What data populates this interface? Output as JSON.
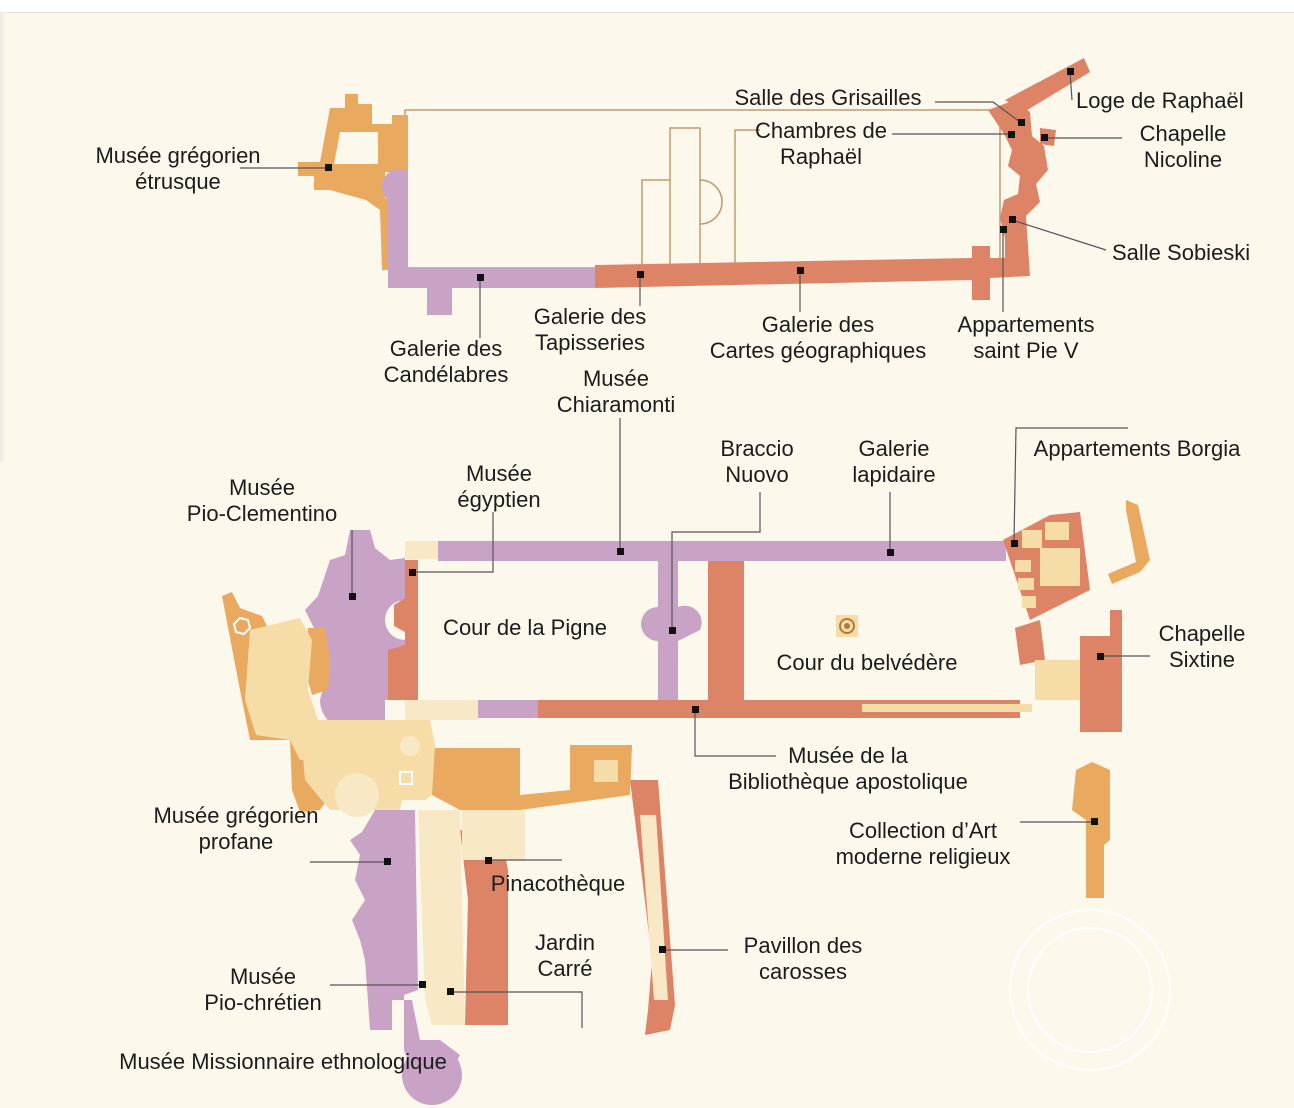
{
  "colors": {
    "background": "#fdf8ec",
    "purple": "#c9a3c6",
    "salmon": "#dd8366",
    "orange": "#e9a95f",
    "beige": "#f6dca7",
    "paleBeige": "#f9e8c6",
    "outline": "#c49a6c",
    "text": "#1c1c1c"
  },
  "labels": {
    "gregorien_etrusque": [
      "Musée grégorien",
      "étrusque"
    ],
    "salle_grisailles": [
      "Salle des Grisailles"
    ],
    "loge_raphael": [
      "Loge de Raphaël"
    ],
    "chambres_raphael": [
      "Chambres de",
      "Raphaël"
    ],
    "chapelle_nicoline": [
      "Chapelle",
      "Nicoline"
    ],
    "salle_sobieski": [
      "Salle Sobieski"
    ],
    "galerie_tapisseries": [
      "Galerie des",
      "Tapisseries"
    ],
    "galerie_cartes": [
      "Galerie des",
      "Cartes géographiques"
    ],
    "appartements_pie_v": [
      "Appartements",
      "saint Pie V"
    ],
    "galerie_candelabres": [
      "Galerie des",
      "Candélabres"
    ],
    "musee_chiaramonti": [
      "Musée",
      "Chiaramonti"
    ],
    "braccio_nuovo": [
      "Braccio",
      "Nuovo"
    ],
    "galerie_lapidaire": [
      "Galerie",
      "lapidaire"
    ],
    "appartements_borgia": [
      "Appartements Borgia"
    ],
    "pio_clementino": [
      "Musée",
      "Pio-Clementino"
    ],
    "musee_egyptien": [
      "Musée",
      "égyptien"
    ],
    "cour_pigne": [
      "Cour de la Pigne"
    ],
    "cour_belvedere": [
      "Cour du belvédère"
    ],
    "chapelle_sixtine": [
      "Chapelle",
      "Sixtine"
    ],
    "bibliotheque": [
      "Musée de la",
      "Bibliothèque apostolique"
    ],
    "collection_art": [
      "Collection d’Art",
      "moderne religieux"
    ],
    "gregorien_profane": [
      "Musée grégorien",
      "profane"
    ],
    "pinacotheque": [
      "Pinacothèque"
    ],
    "jardin_carre": [
      "Jardin",
      "Carré"
    ],
    "pavillon_carosses": [
      "Pavillon des",
      "carosses"
    ],
    "pio_chretien": [
      "Musée",
      "Pio-chrétien"
    ],
    "missionnaire": [
      "Musée Missionnaire ethnologique"
    ]
  }
}
